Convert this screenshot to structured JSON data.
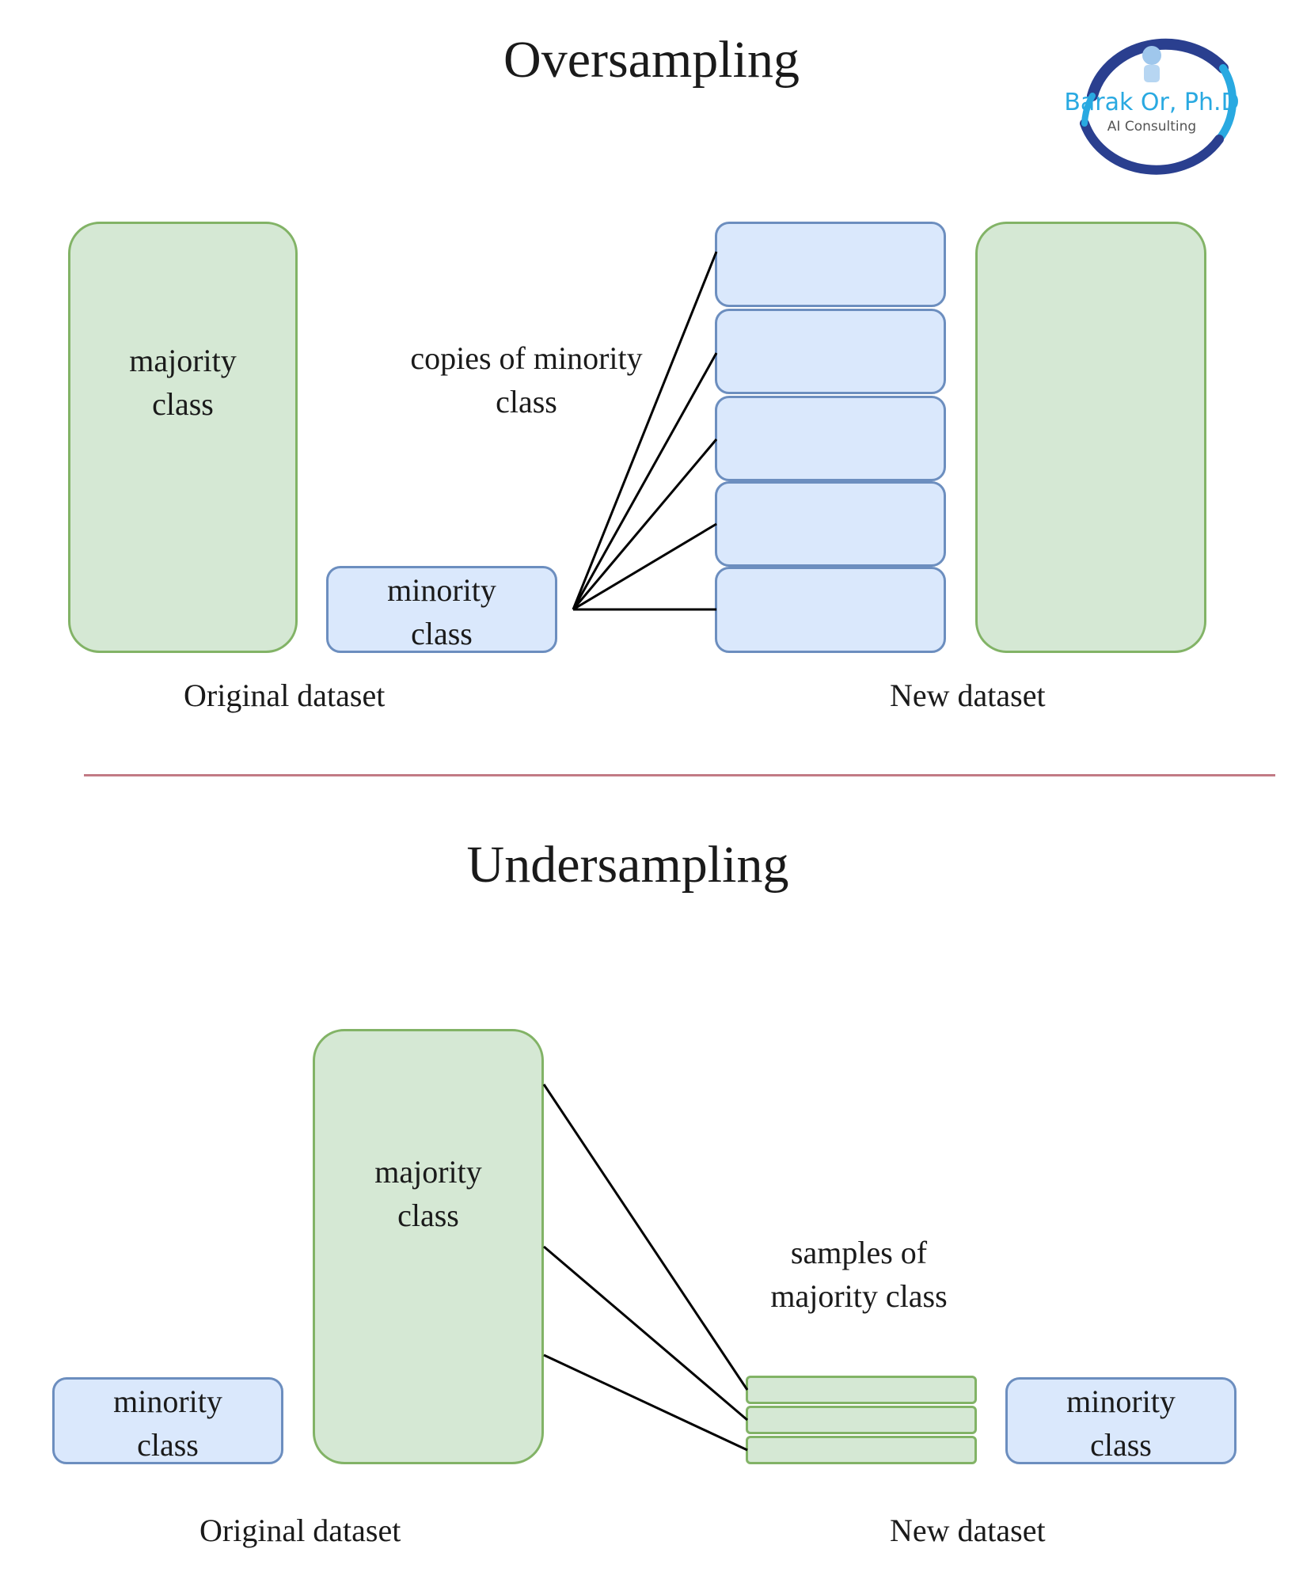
{
  "oversampling": {
    "title": "Oversampling",
    "majority_line1": "majority",
    "majority_line2": "class",
    "minority_line1": "minority",
    "minority_line2": "class",
    "copies_line1": "copies of minority",
    "copies_line2": "class",
    "original_caption": "Original dataset",
    "new_caption": "New dataset"
  },
  "undersampling": {
    "title": "Undersampling",
    "majority_line1": "majority",
    "majority_line2": "class",
    "minority_left_line1": "minority",
    "minority_left_line2": "class",
    "samples_line1": "samples of",
    "samples_line2": "majority class",
    "minority_right_line1": "minority",
    "minority_right_line2": "class",
    "original_caption": "Original dataset",
    "new_caption": "New dataset"
  },
  "logo": {
    "name": "Barak Or, Ph.D",
    "tagline": "AI Consulting"
  },
  "colors": {
    "green_fill": "#d5e8d4",
    "green_border": "#82b366",
    "blue_fill": "#dae8fc",
    "blue_border": "#6c8ebf",
    "divider": "#c27a85"
  }
}
